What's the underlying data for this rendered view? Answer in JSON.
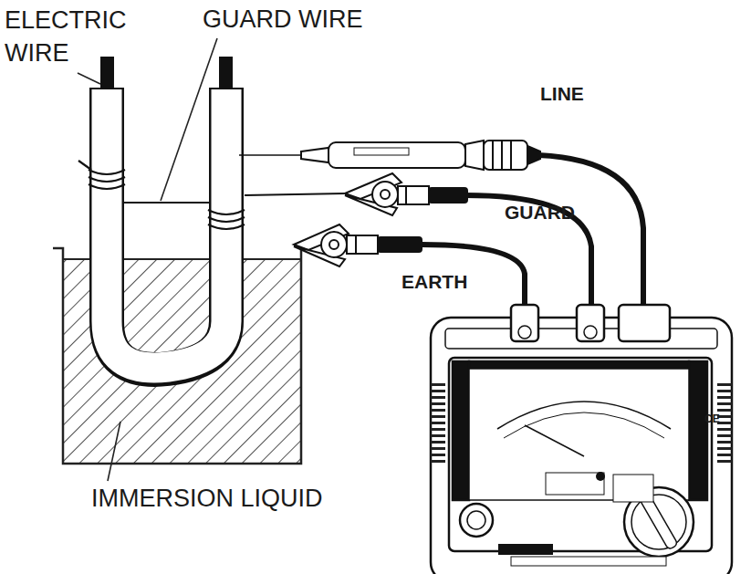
{
  "diagram": {
    "labels": [
      "ELECTRIC WIRE",
      "GUARD WIRE",
      "LINE",
      "GUARD",
      "EARTH",
      "IMMERSION LIQUID",
      "CE"
    ]
  }
}
